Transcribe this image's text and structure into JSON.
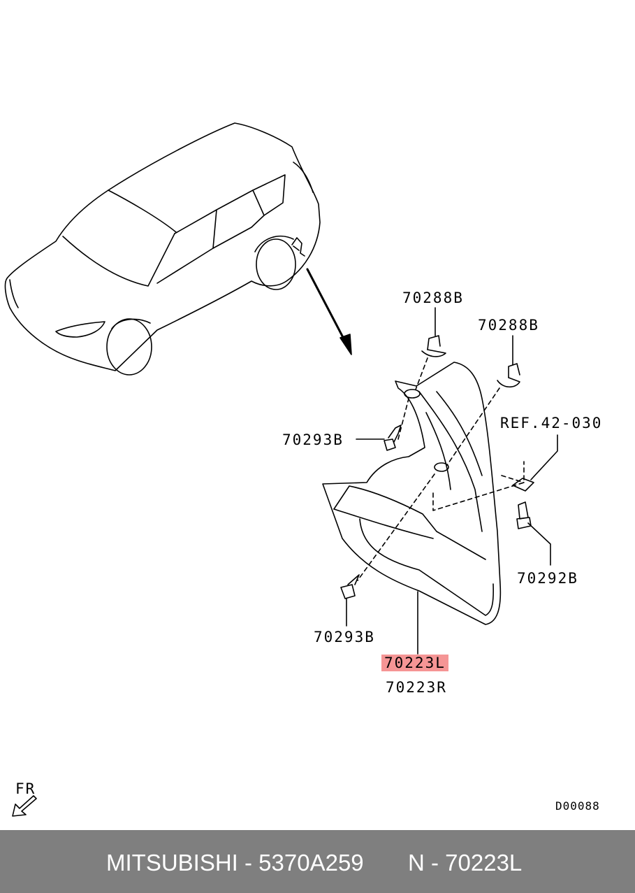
{
  "labels": {
    "clip_top": "70288B",
    "clip_right": "70288B",
    "screw_upper": "70293B",
    "ref": "REF.42-030",
    "bolt_right": "70292B",
    "screw_lower": "70293B",
    "mudflap_left": "70223L",
    "mudflap_right": "70223R",
    "direction": "FR",
    "diagram_code": "D00088"
  },
  "colors": {
    "highlight": "#f59595",
    "footer_bg": "#7f7f7f",
    "footer_text": "#ffffff",
    "line": "#000000"
  },
  "footer": {
    "brand_part": "MITSUBISHI - 5370A259",
    "ref_part": "N - 70223L"
  },
  "icons": [
    "car-outline-icon",
    "arrow-icon",
    "front-direction-arrow-icon"
  ]
}
